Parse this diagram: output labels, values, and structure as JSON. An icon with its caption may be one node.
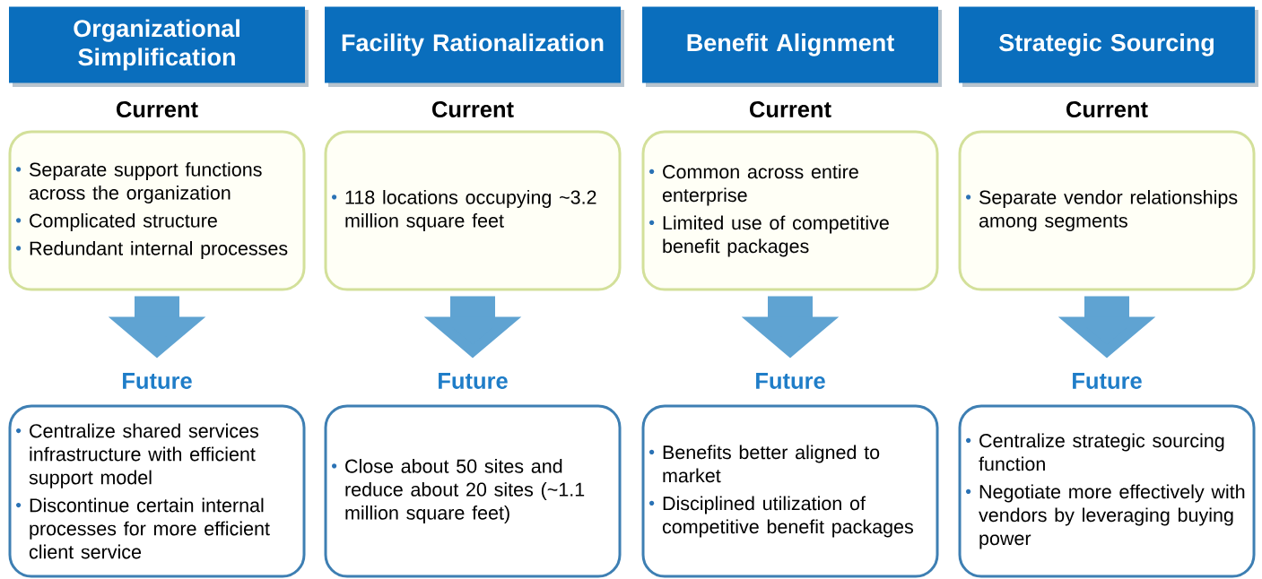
{
  "diagram": {
    "nodes": [
      {
        "text": [
          "Organizational Simplification"
        ]
      },
      {
        "text": [
          "Facility Rationalization"
        ]
      },
      {
        "text": [
          "Benefit Alignment"
        ]
      },
      {
        "text": [
          "Strategic Sourcing"
        ]
      },
      {
        "text": [
          "Current",
          "Separate support functions across the organization",
          "Complicated structure",
          "Redundant internal processes"
        ]
      },
      {
        "text": [
          "Current",
          "118 locations occupying ~3.2 million square feet"
        ]
      },
      {
        "text": [
          "Current",
          "Common across entire enterprise",
          "Limited use of competitive benefit packages"
        ]
      },
      {
        "text": [
          "Current",
          "Separate vendor relationships among segments"
        ]
      },
      {
        "text": [
          "Future",
          "Centralize shared services infrastructure with efficient support model",
          "Discontinue certain internal processes for more efficient client service"
        ]
      },
      {
        "text": [
          "Future",
          "Close about 50 sites and reduce about 20 sites (~1.1 million square feet)"
        ]
      },
      {
        "text": [
          "Future",
          "Benefits better aligned to market",
          "Disciplined utilization of competitive benefit packages"
        ]
      },
      {
        "text": [
          "Future",
          "Centralize strategic sourcing function",
          "Negotiate more effectively with vendors by leveraging buying power"
        ]
      }
    ],
    "edges": [
      {
        "from": 4,
        "to": 8,
        "arrow": "to"
      },
      {
        "from": 5,
        "to": 9,
        "arrow": "to"
      },
      {
        "from": 6,
        "to": 10,
        "arrow": "to"
      },
      {
        "from": 7,
        "to": 11,
        "arrow": "to"
      }
    ]
  }
}
